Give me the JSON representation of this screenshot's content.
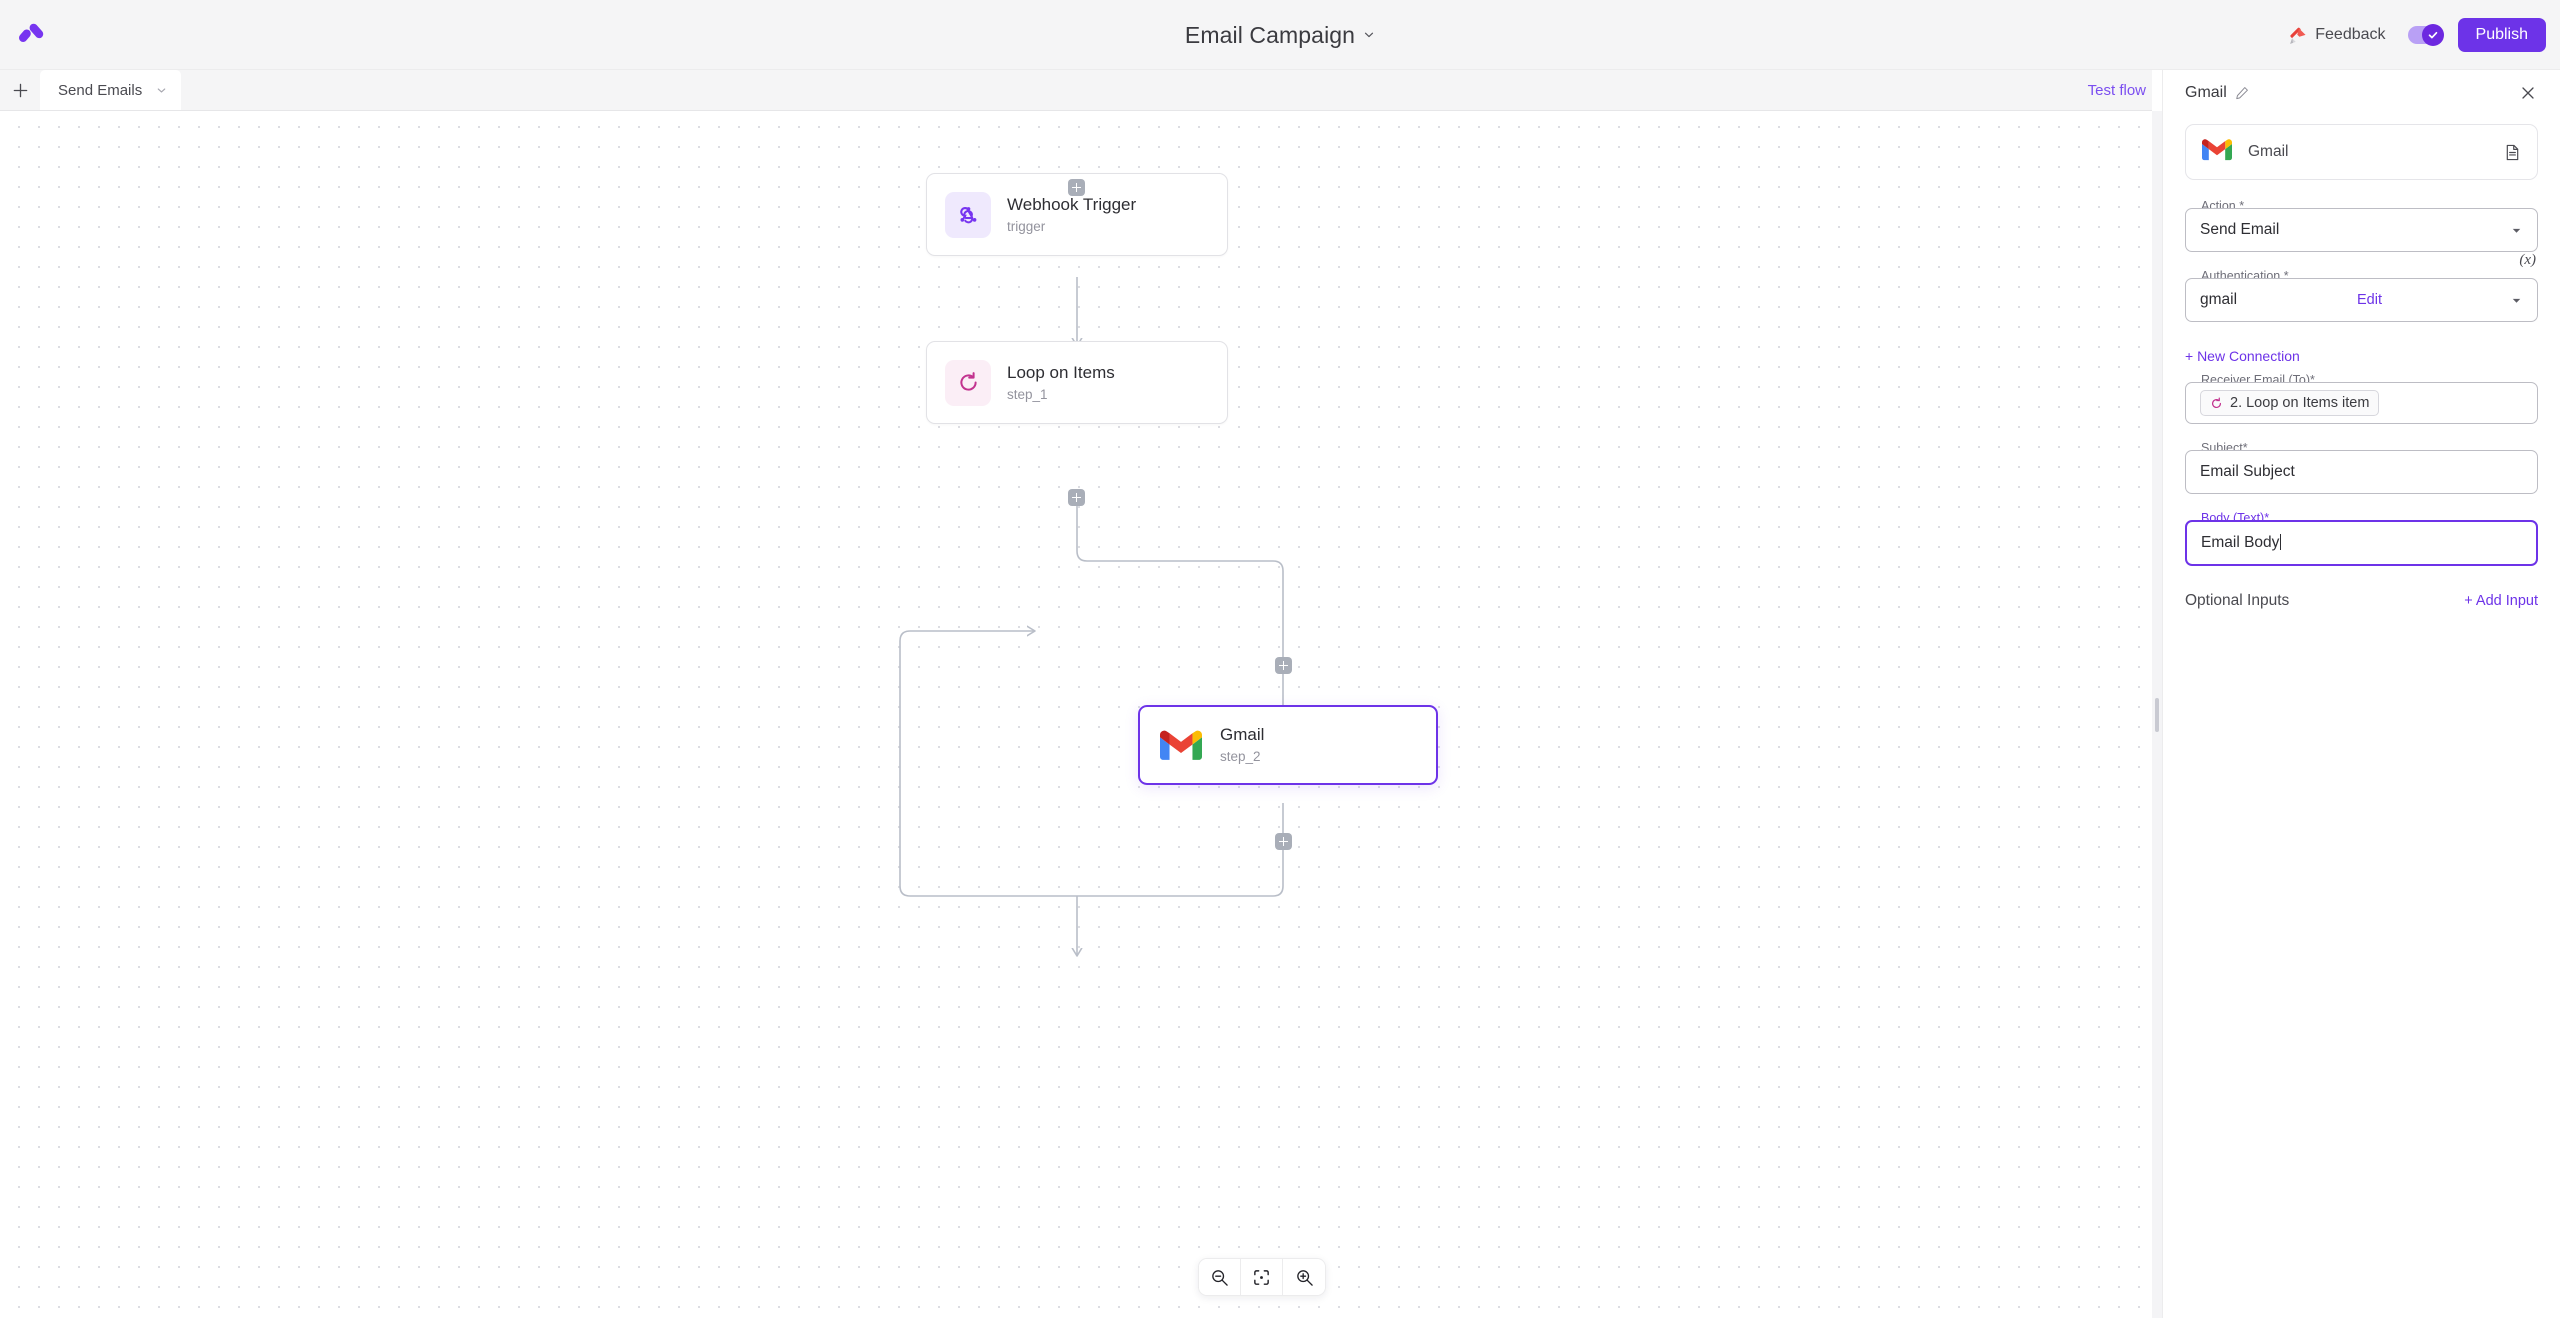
{
  "header": {
    "logo_icon": "activepieces-logo-icon",
    "title": "Email Campaign",
    "title_caret_icon": "chevron-down-icon",
    "feedback_label": "Feedback",
    "feedback_icon": "megaphone-icon",
    "toggle_state": "on",
    "toggle_icon": "check-icon",
    "publish_label": "Publish"
  },
  "tabbar": {
    "add_icon": "plus-icon",
    "tab_label": "Send Emails",
    "tab_caret_icon": "chevron-down-icon",
    "test_flow_label": "Test flow"
  },
  "canvas": {
    "nodes": [
      {
        "title": "Webhook Trigger",
        "subtitle": "trigger",
        "icon": "webhook-icon",
        "selected": false
      },
      {
        "title": "Loop on Items",
        "subtitle": "step_1",
        "icon": "loop-icon",
        "selected": false
      },
      {
        "title": "Gmail",
        "subtitle": "step_2",
        "icon": "gmail-icon",
        "selected": true
      }
    ],
    "add_step_handles": 4,
    "zoom_controls": [
      {
        "name": "zoom-out-button",
        "icon": "zoom-out-icon"
      },
      {
        "name": "fit-view-button",
        "icon": "fit-view-icon"
      },
      {
        "name": "zoom-in-button",
        "icon": "zoom-in-icon"
      }
    ]
  },
  "panel": {
    "title": "Gmail",
    "edit_icon": "pencil-icon",
    "close_icon": "close-icon",
    "app_card": {
      "name": "Gmail",
      "icon": "gmail-icon",
      "docs_icon": "document-icon"
    },
    "fields": [
      {
        "label": "Action *",
        "value": "Send Email",
        "type": "select",
        "focused": false,
        "caret_icon": "dropdown-caret-icon"
      },
      {
        "label": "Authentication *",
        "value": "gmail",
        "type": "select",
        "focused": false,
        "edit_label": "Edit",
        "caret_icon": "dropdown-caret-icon",
        "variable_icon": "(x)"
      },
      {
        "label": "Receiver Email (To)*",
        "type": "token",
        "token": "2. Loop on Items item",
        "token_icon": "loop-icon",
        "focused": false
      },
      {
        "label": "Subject*",
        "value": "Email Subject",
        "type": "text",
        "focused": false
      },
      {
        "label": "Body (Text)*",
        "value": "Email Body",
        "type": "text",
        "focused": true
      }
    ],
    "new_connection_label": "+ New Connection",
    "optional_inputs_label": "Optional Inputs",
    "add_input_label": "+ Add Input"
  },
  "colors": {
    "accent": "#6d33e8",
    "accent_light": "#7b4ef0",
    "header_bg": "#f5f5f6",
    "canvas_dot": "#dcdde2",
    "loop_pink": "#c2338f",
    "edge_gray": "#b9bec8"
  }
}
